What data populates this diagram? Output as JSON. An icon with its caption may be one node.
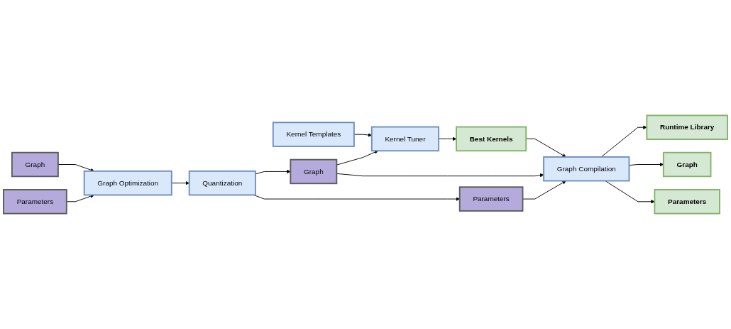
{
  "diagram": {
    "nodes": [
      {
        "text": [
          "Graph"
        ]
      },
      {
        "text": [
          "Parameters"
        ]
      },
      {
        "text": [
          "Graph Optimization"
        ]
      },
      {
        "text": [
          "Quantization"
        ]
      },
      {
        "text": [
          "Kernel Templates"
        ]
      },
      {
        "text": [
          "Kernel Tuner"
        ]
      },
      {
        "text": [
          "Best Kernels"
        ]
      },
      {
        "text": [
          "Graph"
        ]
      },
      {
        "text": [
          "Parameters"
        ]
      },
      {
        "text": [
          "Graph Compilation"
        ]
      },
      {
        "text": [
          "Runtime Library"
        ]
      },
      {
        "text": [
          "Graph"
        ]
      },
      {
        "text": [
          "Parameters"
        ]
      }
    ],
    "edges": [
      {
        "from": 0,
        "to": 2,
        "arrow": "to"
      },
      {
        "from": 1,
        "to": 2,
        "arrow": "to"
      },
      {
        "from": 2,
        "to": 3,
        "arrow": "to"
      },
      {
        "from": 3,
        "to": 7,
        "arrow": "to"
      },
      {
        "from": 3,
        "to": 8,
        "arrow": "to"
      },
      {
        "from": 4,
        "to": 5,
        "arrow": "to"
      },
      {
        "from": 7,
        "to": 5,
        "arrow": "to"
      },
      {
        "from": 5,
        "to": 6,
        "arrow": "to"
      },
      {
        "from": 6,
        "to": 9,
        "arrow": "to"
      },
      {
        "from": 7,
        "to": 9,
        "arrow": "to"
      },
      {
        "from": 8,
        "to": 9,
        "arrow": "to"
      },
      {
        "from": 9,
        "to": 10,
        "arrow": "to"
      },
      {
        "from": 9,
        "to": 11,
        "arrow": "to"
      },
      {
        "from": 9,
        "to": 12,
        "arrow": "to"
      }
    ]
  }
}
